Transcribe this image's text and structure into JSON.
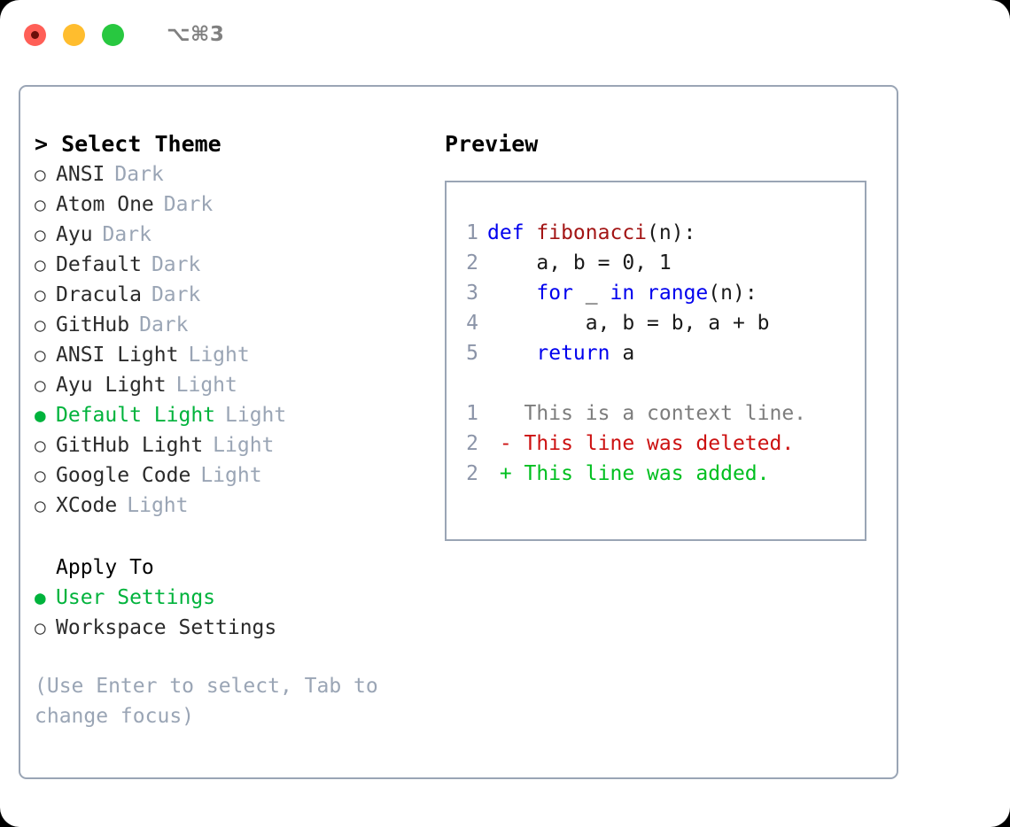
{
  "titlebar": {
    "shortcut": "⌥⌘3",
    "buttons": [
      "close",
      "minimize",
      "zoom"
    ]
  },
  "left": {
    "header": "> Select Theme",
    "themes": [
      {
        "marker": "○",
        "name": "ANSI",
        "tag": "Dark",
        "selected": false
      },
      {
        "marker": "○",
        "name": "Atom One",
        "tag": "Dark",
        "selected": false
      },
      {
        "marker": "○",
        "name": "Ayu",
        "tag": "Dark",
        "selected": false
      },
      {
        "marker": "○",
        "name": "Default",
        "tag": "Dark",
        "selected": false
      },
      {
        "marker": "○",
        "name": "Dracula",
        "tag": "Dark",
        "selected": false
      },
      {
        "marker": "○",
        "name": "GitHub",
        "tag": "Dark",
        "selected": false
      },
      {
        "marker": "○",
        "name": "ANSI Light",
        "tag": "Light",
        "selected": false
      },
      {
        "marker": "○",
        "name": "Ayu Light",
        "tag": "Light",
        "selected": false
      },
      {
        "marker": "●",
        "name": "Default Light",
        "tag": "Light",
        "selected": true
      },
      {
        "marker": "○",
        "name": "GitHub Light",
        "tag": "Light",
        "selected": false
      },
      {
        "marker": "○",
        "name": "Google Code",
        "tag": "Light",
        "selected": false
      },
      {
        "marker": "○",
        "name": "XCode",
        "tag": "Light",
        "selected": false
      }
    ],
    "apply_to": {
      "title": "Apply To",
      "options": [
        {
          "marker": "●",
          "name": "User Settings",
          "selected": true
        },
        {
          "marker": "○",
          "name": "Workspace Settings",
          "selected": false
        }
      ]
    },
    "hint": "(Use Enter to select, Tab to change focus)"
  },
  "right": {
    "title": "Preview",
    "code_lines": [
      {
        "no": "1",
        "parts": [
          {
            "t": "def ",
            "c": "kw"
          },
          {
            "t": "fibonacci",
            "c": "fn"
          },
          {
            "t": "(n):",
            "c": "plain"
          }
        ]
      },
      {
        "no": "2",
        "parts": [
          {
            "t": "    a, b = 0, 1",
            "c": "plain"
          }
        ]
      },
      {
        "no": "3",
        "parts": [
          {
            "t": "    ",
            "c": "plain"
          },
          {
            "t": "for",
            "c": "kw"
          },
          {
            "t": " _ ",
            "c": "plain"
          },
          {
            "t": "in",
            "c": "kw"
          },
          {
            "t": " ",
            "c": "plain"
          },
          {
            "t": "range",
            "c": "kw"
          },
          {
            "t": "(n):",
            "c": "plain"
          }
        ]
      },
      {
        "no": "4",
        "parts": [
          {
            "t": "        a, b = b, a + b",
            "c": "plain"
          }
        ]
      },
      {
        "no": "5",
        "parts": [
          {
            "t": "    ",
            "c": "plain"
          },
          {
            "t": "return",
            "c": "kw"
          },
          {
            "t": " a",
            "c": "plain"
          }
        ]
      }
    ],
    "diff_lines": [
      {
        "no": "1",
        "text": "   This is a context line.",
        "kind": "ctx"
      },
      {
        "no": "2",
        "text": " - This line was deleted.",
        "kind": "del"
      },
      {
        "no": "2",
        "text": " + This line was added.",
        "kind": "add"
      }
    ]
  },
  "colors": {
    "accent_green": "#00b33c",
    "muted": "#9aa5b5",
    "keyword": "#0000ee",
    "function": "#a31515",
    "diff_delete": "#cc1111",
    "diff_add": "#00bf1f",
    "border": "#9aa5b5"
  }
}
